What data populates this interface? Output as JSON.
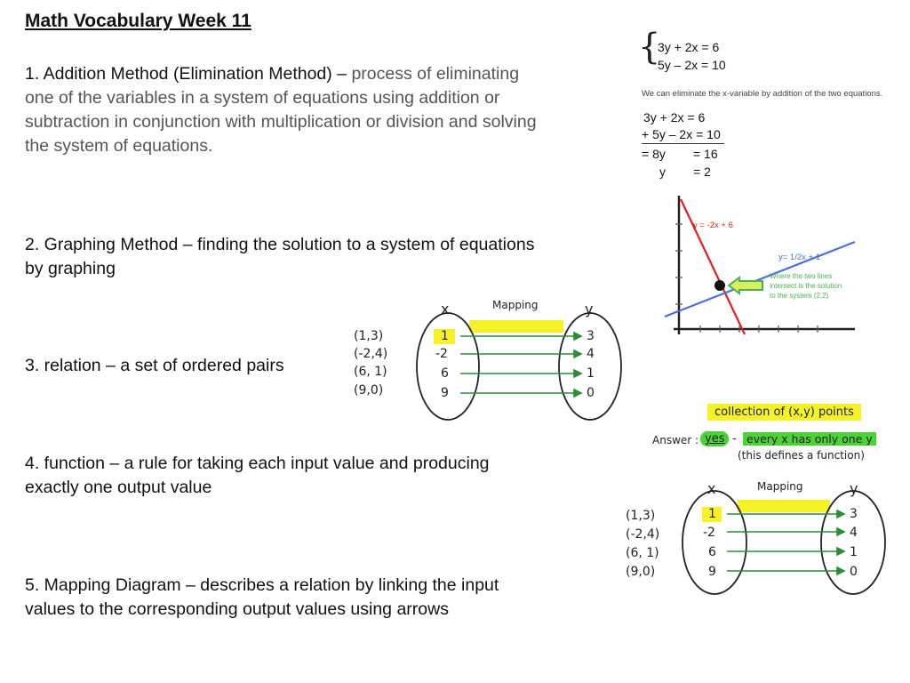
{
  "title": "Math Vocabulary Week 11",
  "items": [
    {
      "term": "1.  Addition Method (Elimination Method)  – ",
      "def_line1": " process of eliminating",
      "def_rest": [
        "one of the variables in a system of equations using addition or",
        "subtraction in conjunction with multiplication or division and solving",
        "the system of equations."
      ]
    },
    {
      "lines": [
        "2.  Graphing Method – finding the solution to a system of equations",
        "by graphing"
      ]
    },
    {
      "lines": [
        "3.  relation – a set of ordered pairs"
      ]
    },
    {
      "lines": [
        "4.  function – a rule for taking each input value and producing",
        "exactly one output value"
      ]
    },
    {
      "lines": [
        "5.  Mapping Diagram – describes a relation by linking the input",
        "values to the corresponding output values using arrows"
      ]
    }
  ],
  "elimination": {
    "brace": "{",
    "system": [
      "3y + 2x = 6",
      "5y – 2x = 10"
    ],
    "caption": "We can eliminate the x-variable by addition of the two equations.",
    "work": [
      "3y + 2x = 6",
      "+ 5y – 2x = 10",
      "= 8y        = 16",
      "y        = 2"
    ]
  },
  "graph": {
    "red_label": "y = -2x + 6",
    "blue_label": "y= 1/2x + 1",
    "note": [
      "Where the two lines",
      "intersect is the solution",
      "to the system  (2,2)"
    ],
    "colors": {
      "red": "#e02020",
      "blue": "#4a6fd8",
      "green": "#4caf50",
      "arrow_fill": "#d8f060"
    }
  },
  "mapping1": {
    "header": "Mapping",
    "x_label": "x",
    "y_label": "y",
    "pairs": [
      "(1,3)",
      "(-2,4)",
      "(6, 1)",
      "(9,0)"
    ],
    "x_values": [
      "1",
      "-2",
      "6",
      "9"
    ],
    "y_values": [
      "3",
      "4",
      "1",
      "0"
    ]
  },
  "function_card": {
    "collection": "collection of (x,y) points",
    "answer_label": "Answer :",
    "yes": "yes",
    "dash": "-",
    "every": "every x has only one y",
    "defines": "(this defines a function)",
    "highlight": "#f5f22a",
    "green": "#4cd137"
  },
  "mapping2": {
    "header": "Mapping",
    "x_label": "x",
    "y_label": "y",
    "pairs": [
      "(1,3)",
      "(-2,4)",
      "(6, 1)",
      "(9,0)"
    ],
    "x_values": [
      "1",
      "-2",
      "6",
      "9"
    ],
    "y_values": [
      "3",
      "4",
      "1",
      "0"
    ]
  }
}
